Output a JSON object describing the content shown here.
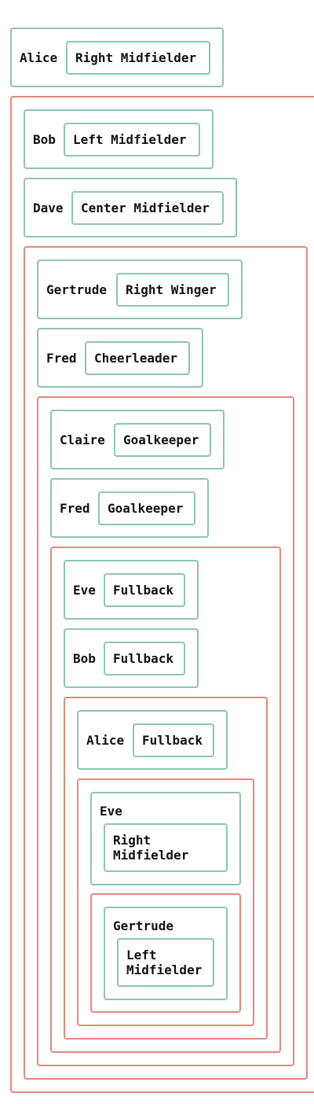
{
  "entries": [
    {
      "name": "Alice",
      "role": "Right Midfielder"
    },
    {
      "name": "Bob",
      "role": "Left Midfielder"
    },
    {
      "name": "Dave",
      "role": "Center Midfielder"
    },
    {
      "name": "Gertrude",
      "role": "Right Winger"
    },
    {
      "name": "Fred",
      "role": "Cheerleader"
    },
    {
      "name": "Claire",
      "role": "Goalkeeper"
    },
    {
      "name": "Fred",
      "role": "Goalkeeper"
    },
    {
      "name": "Eve",
      "role": "Fullback"
    },
    {
      "name": "Bob",
      "role": "Fullback"
    },
    {
      "name": "Alice",
      "role": "Fullback"
    },
    {
      "name": "Eve",
      "role": "Right\nMidfielder"
    },
    {
      "name": "Gertrude",
      "role": "Left\nMidfielder"
    }
  ],
  "colors": {
    "item_border": "#8ec5ae",
    "group_border": "#e38a7c"
  }
}
